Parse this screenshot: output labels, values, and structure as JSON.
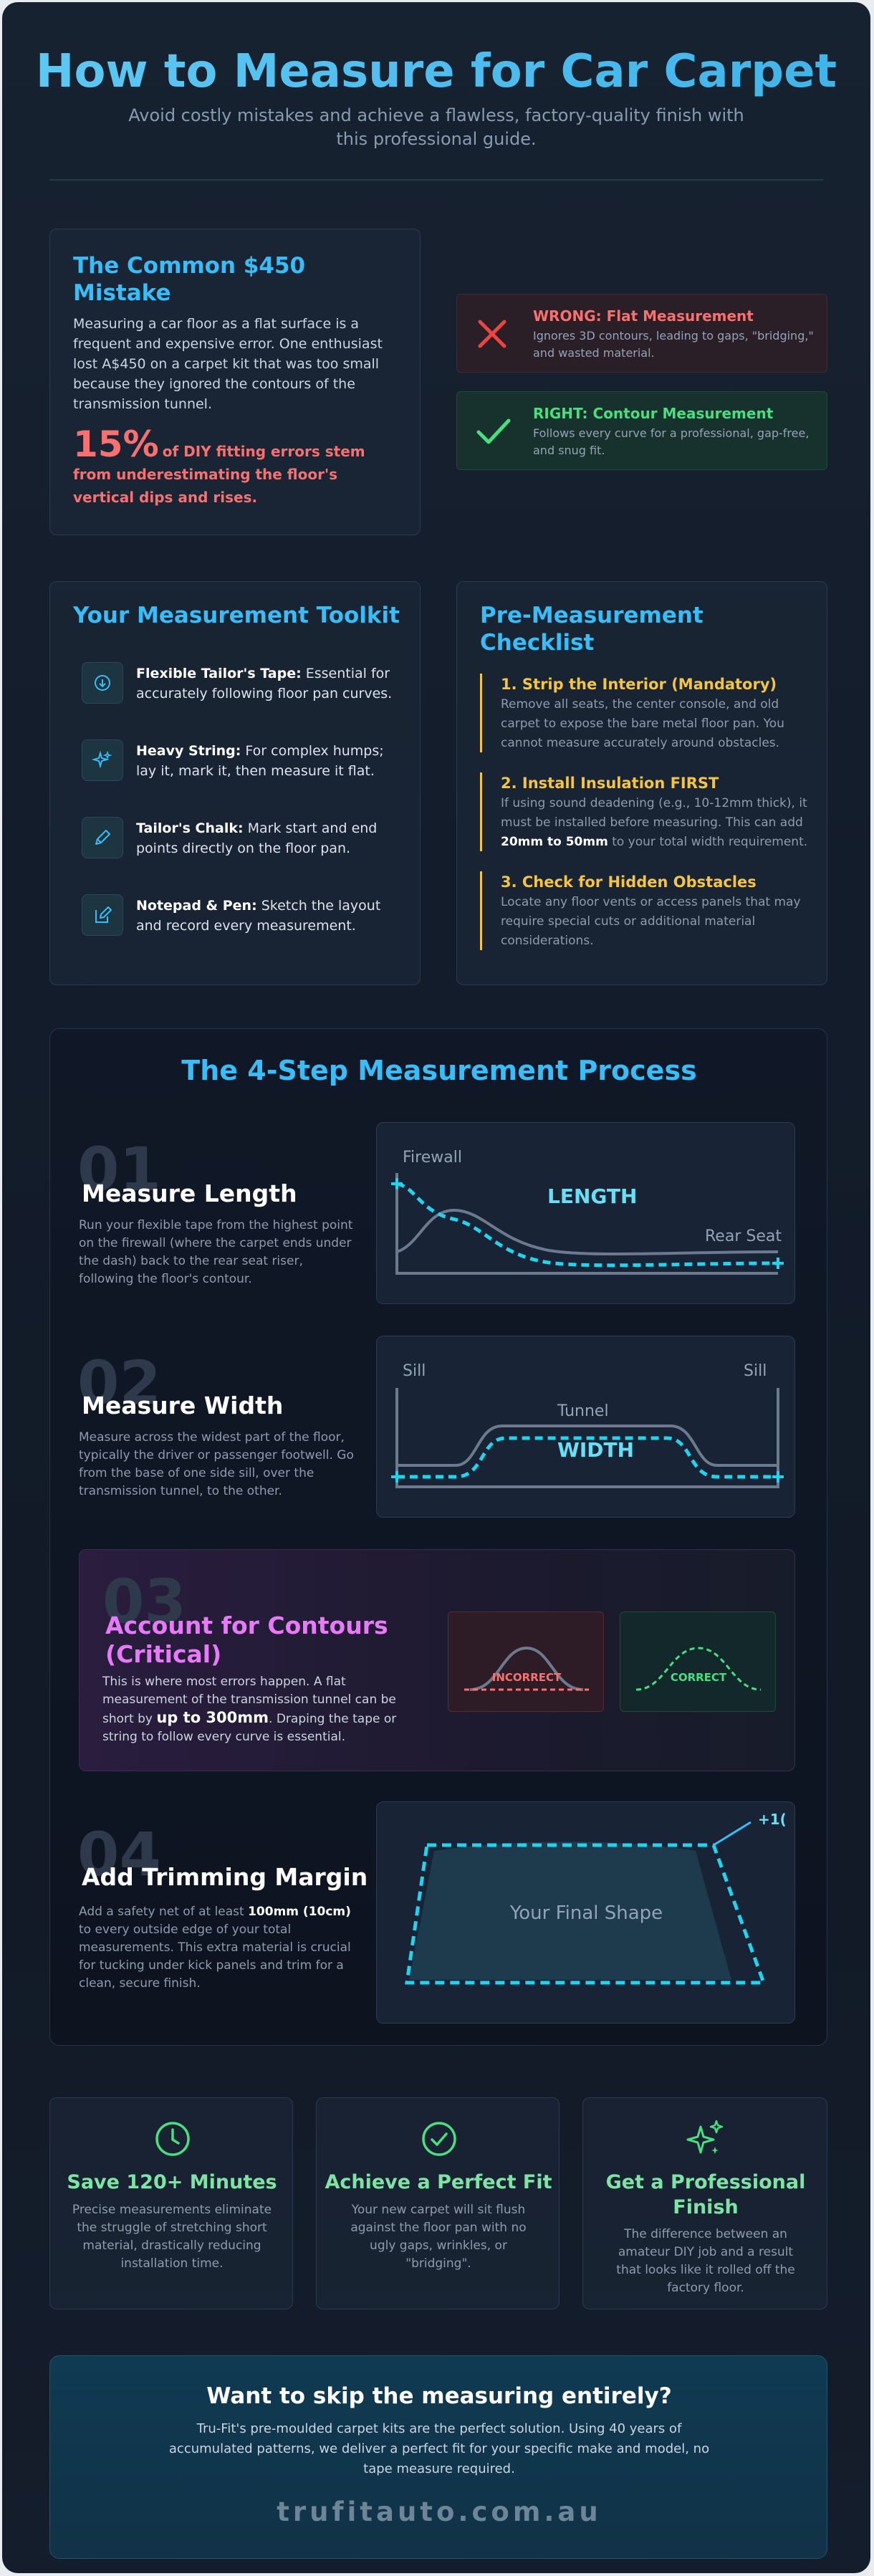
{
  "header": {
    "title": "How to Measure for Car Carpet",
    "subtitle": "Avoid costly mistakes and achieve a flawless, factory-quality finish with this professional guide."
  },
  "mistake": {
    "heading": "The Common $450 Mistake",
    "body": "Measuring a car floor as a flat surface is a frequent and expensive error. One enthusiast lost A$450 on a carpet kit that was too small because they ignored the contours of the transmission tunnel.",
    "stat": "15%",
    "stat_text": "of DIY fitting errors stem from underestimating the floor's vertical dips and rises.",
    "wrong_title": "WRONG: Flat Measurement",
    "wrong_desc": "Ignores 3D contours, leading to gaps, \"bridging,\" and wasted material.",
    "right_title": "RIGHT: Contour Measurement",
    "right_desc": "Follows every curve for a professional, gap-free, and snug fit."
  },
  "toolkit": {
    "heading": "Your Measurement Toolkit",
    "items": [
      {
        "icon": "tape-icon",
        "name": "Flexible Tailor's Tape:",
        "desc": "Essential for accurately following floor pan curves."
      },
      {
        "icon": "sparkle-icon",
        "name": "Heavy String:",
        "desc": "For complex humps; lay it, mark it, then measure it flat."
      },
      {
        "icon": "pencil-icon",
        "name": "Tailor's Chalk:",
        "desc": "Mark start and end points directly on the floor pan."
      },
      {
        "icon": "notepad-icon",
        "name": "Notepad & Pen:",
        "desc": "Sketch the layout and record every measurement."
      }
    ]
  },
  "checklist": {
    "heading": "Pre-Measurement Checklist",
    "items": [
      {
        "title": "1. Strip the Interior (Mandatory)",
        "desc": "Remove all seats, the center console, and old carpet to expose the bare metal floor pan. You cannot measure accurately around obstacles."
      },
      {
        "title": "2. Install Insulation FIRST",
        "desc_before": "If using sound deadening (e.g., 10-12mm thick), it must be installed before measuring. This can add ",
        "desc_bold": "20mm to 50mm",
        "desc_after": " to your total width requirement."
      },
      {
        "title": "3. Check for Hidden Obstacles",
        "desc": "Locate any floor vents or access panels that may require special cuts or additional material considerations."
      }
    ]
  },
  "process": {
    "heading": "The 4-Step Measurement Process",
    "steps": [
      {
        "num": "01",
        "title": "Measure Length",
        "desc": "Run your flexible tape from the highest point on the firewall (where the carpet ends under the dash) back to the rear seat riser, following the floor's contour."
      },
      {
        "num": "02",
        "title": "Measure Width",
        "desc": "Measure across the widest part of the floor, typically the driver or passenger footwell. Go from the base of one side sill, over the transmission tunnel, to the other."
      },
      {
        "num": "03",
        "title": "Account for Contours (Critical)",
        "desc_before": "This is where most errors happen. A flat measurement of the transmission tunnel can be short by ",
        "desc_bold": "up to 300mm",
        "desc_after": ". Draping the tape or string to follow every curve is essential."
      },
      {
        "num": "04",
        "title": "Add Trimming Margin",
        "desc_before": "Add a safety net of at least ",
        "desc_bold": "100mm (10cm)",
        "desc_after": " to every outside edge of your total measurements. This extra material is crucial for tucking under kick panels and trim for a clean, secure finish."
      }
    ],
    "diagram1": {
      "firewall": "Firewall",
      "rear": "Rear Seat",
      "label": "LENGTH"
    },
    "diagram2": {
      "sill_left": "Sill",
      "sill_right": "Sill",
      "tunnel": "Tunnel",
      "label": "WIDTH"
    },
    "diagram3": {
      "incorrect": "INCORRECT",
      "correct": "CORRECT"
    },
    "diagram4": {
      "shape": "Your Final Shape",
      "margin": "+1("
    }
  },
  "benefits": [
    {
      "icon": "clock-icon",
      "title": "Save 120+ Minutes",
      "desc": "Precise measurements eliminate the struggle of stretching short material, drastically reducing installation time."
    },
    {
      "icon": "check-circle-icon",
      "title": "Achieve a Perfect Fit",
      "desc": "Your new carpet will sit flush against the floor pan with no ugly gaps, wrinkles, or \"bridging\"."
    },
    {
      "icon": "sparkles-icon",
      "title": "Get a Professional Finish",
      "desc": "The difference between an amateur DIY job and a result that looks like it rolled off the factory floor."
    }
  ],
  "cta": {
    "heading": "Want to skip the measuring entirely?",
    "body": "Tru-Fit's pre-moulded carpet kits are the perfect solution. Using 40 years of accumulated patterns, we deliver a perfect fit for your specific make and model, no tape measure required.",
    "url": "trufitauto.com.au"
  },
  "colors": {
    "accent": "#38bdf8",
    "wrong": "#ef4444",
    "right": "#4ade80",
    "gold": "#f6c445",
    "pink": "#e879f9",
    "dash": "#22d3ee"
  }
}
